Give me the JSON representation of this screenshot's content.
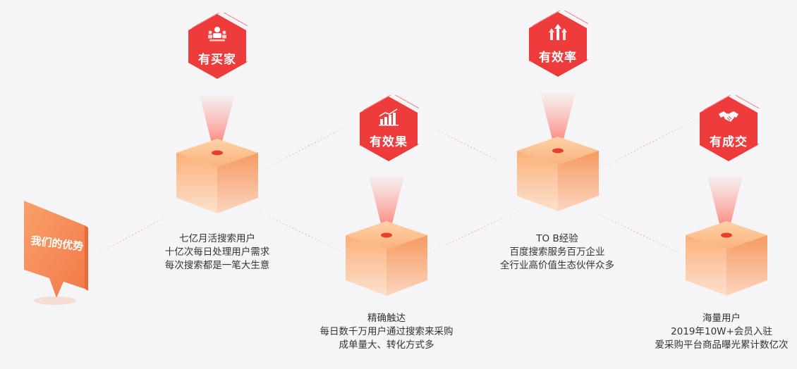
{
  "section_label": "我们的优势",
  "colors": {
    "accent": "#ee3b3b",
    "cube": "#f8a56a",
    "beam": "#ff6b5b",
    "background": "#f5f5f7"
  },
  "badges": [
    {
      "label": "有买家",
      "icon": "buyers-icon"
    },
    {
      "label": "有效果",
      "icon": "chart-icon"
    },
    {
      "label": "有效率",
      "icon": "arrows-up-icon"
    },
    {
      "label": "有成交",
      "icon": "handshake-icon"
    }
  ],
  "captions": [
    {
      "lines": [
        "七亿月活搜索用户",
        "十亿次每日处理用户需求",
        "每次搜索都是一笔大生意"
      ]
    },
    {
      "lines": [
        "精确触达",
        "每日数千万用户通过搜索来采购",
        "成单量大、转化方式多"
      ]
    },
    {
      "lines": [
        "TO B经验",
        "百度搜索服务百万企业",
        "全行业高价值生态伙伴众多"
      ]
    },
    {
      "lines": [
        "海量用户",
        "2019年10W+会员入驻",
        "爱采购平台商品曝光累计数亿次"
      ]
    }
  ]
}
